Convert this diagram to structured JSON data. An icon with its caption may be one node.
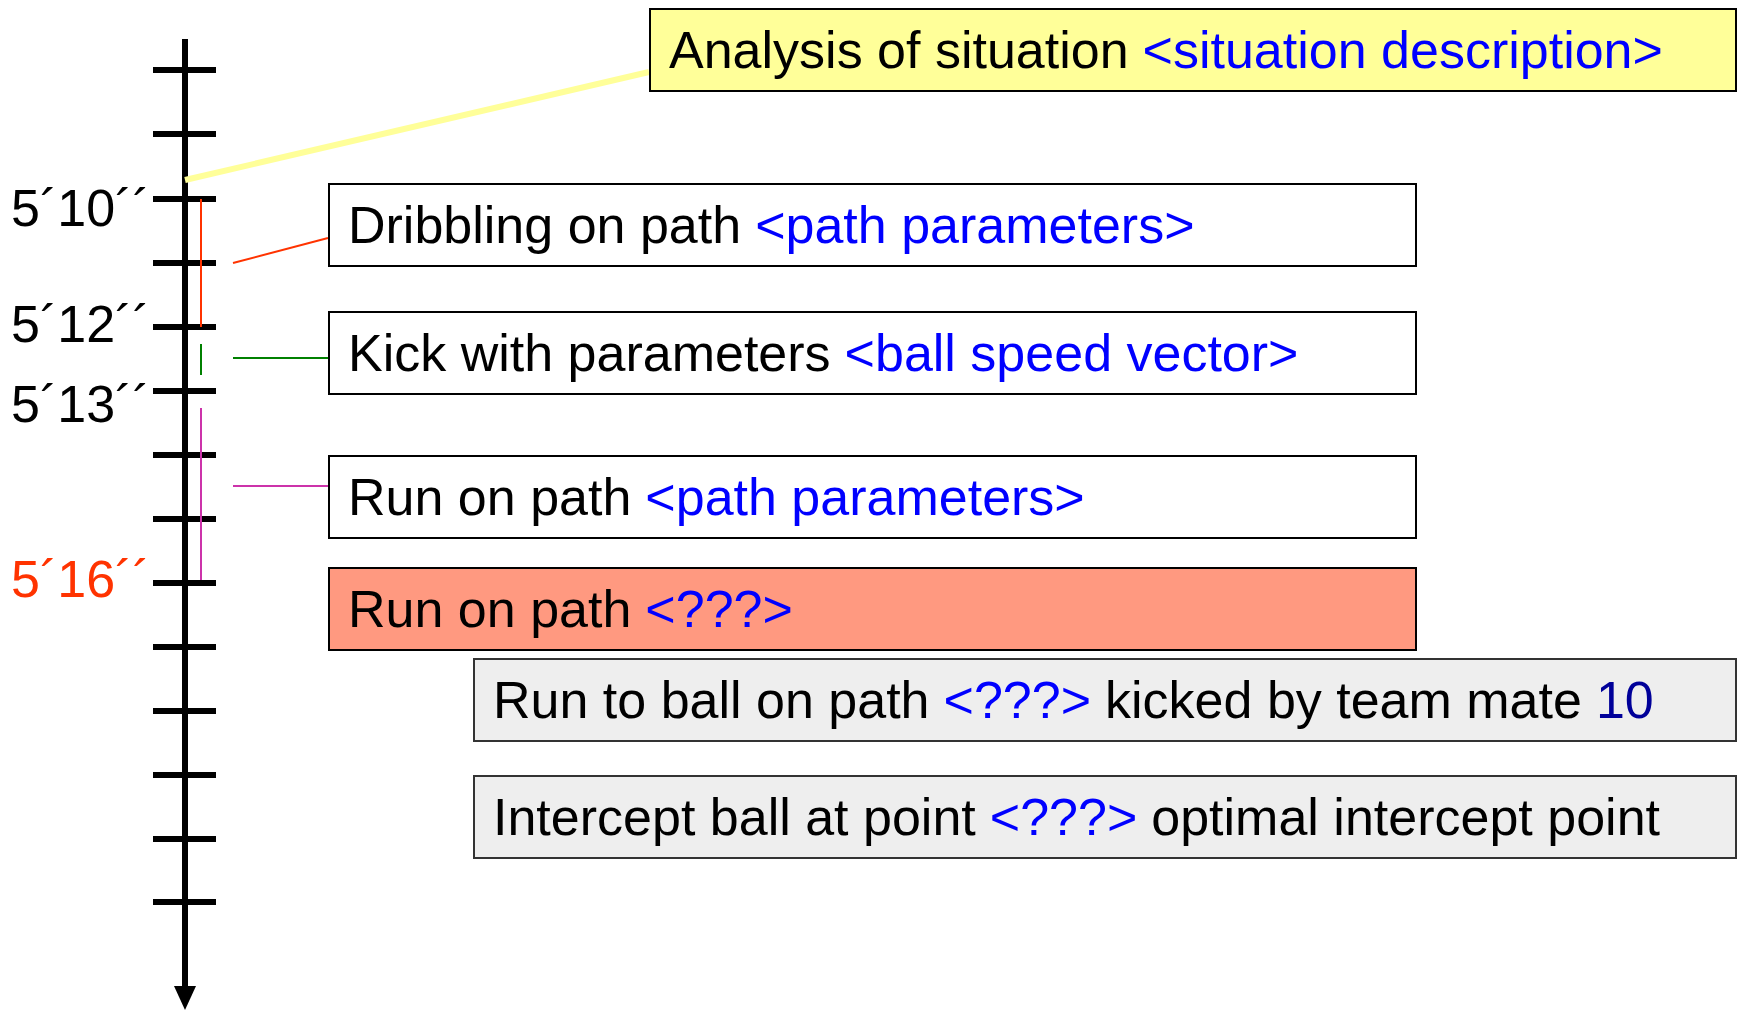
{
  "diagram": {
    "nodes": [
      {
        "text": [
          "Analysis of situation",
          "<situation description>"
        ]
      },
      {
        "text": [
          "Dribbling on path",
          "<path parameters>"
        ]
      },
      {
        "text": [
          "Kick with parameters",
          "<ball speed vector>"
        ]
      },
      {
        "text": [
          "Run on path",
          "<path parameters>"
        ]
      },
      {
        "text": [
          "Run on path",
          "<???>"
        ]
      },
      {
        "text": [
          "Run to ball on path",
          "<???>",
          "kicked by team mate",
          "10"
        ]
      },
      {
        "text": [
          "Intercept ball at point",
          "<???>",
          "optimal intercept point"
        ]
      }
    ],
    "edges": [
      {
        "from": 0,
        "to": null,
        "arrow": "none",
        "style": "thick",
        "color": "#ffff99"
      },
      {
        "from": 1,
        "to": null,
        "arrow": "none",
        "color": "#ff3300"
      },
      {
        "from": 2,
        "to": null,
        "arrow": "none",
        "color": "#008000"
      },
      {
        "from": 3,
        "to": null,
        "arrow": "none",
        "color": "#cc33aa"
      }
    ],
    "labels": [
      "5´10´´",
      "5´12´´",
      "5´13´´",
      "5´16´´"
    ]
  }
}
